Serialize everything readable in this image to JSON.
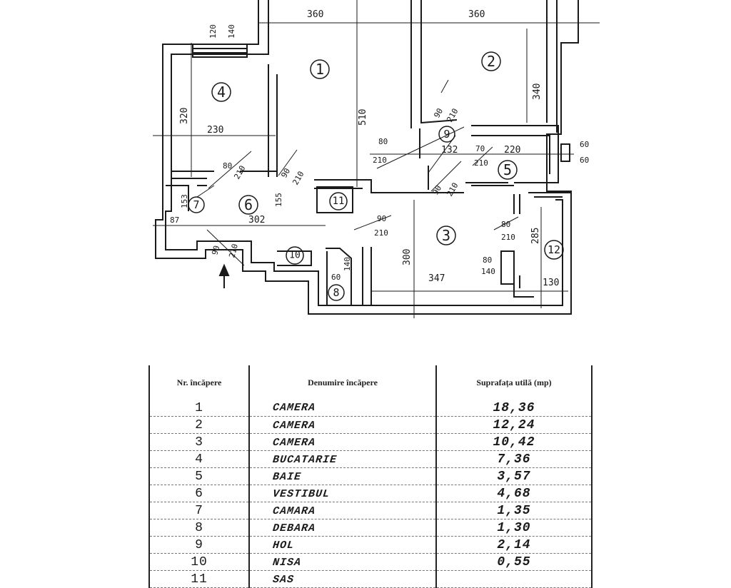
{
  "plan": {
    "rooms": [
      {
        "id": "1",
        "label": "1"
      },
      {
        "id": "2",
        "label": "2"
      },
      {
        "id": "3",
        "label": "3"
      },
      {
        "id": "4",
        "label": "4"
      },
      {
        "id": "5",
        "label": "5"
      },
      {
        "id": "6",
        "label": "6"
      },
      {
        "id": "7",
        "label": "7"
      },
      {
        "id": "8",
        "label": "8"
      },
      {
        "id": "9",
        "label": "9"
      },
      {
        "id": "10",
        "label": "10"
      },
      {
        "id": "11",
        "label": "11"
      },
      {
        "id": "12",
        "label": "12"
      }
    ],
    "dimensions": {
      "room1_width": "360",
      "room2_width": "360",
      "room1_depth": "510",
      "room2_depth": "340",
      "kitchen_depth": "320",
      "kitchen_width": "230",
      "kitchen_window_top": "120",
      "kitchen_window_bottom": "140",
      "hall_length": "302",
      "hall_depth": "155",
      "pantry_depth": "153",
      "pantry_width": "87",
      "hol_width": "132",
      "bath_width": "220",
      "bath_vent_top": "60",
      "bath_vent_bottom": "60",
      "room3_width": "347",
      "room3_depth": "300",
      "loggia_depth": "285",
      "loggia_width": "130",
      "door_kitchen": [
        "80",
        "210"
      ],
      "door_room1": [
        "90",
        "210"
      ],
      "door_room2": [
        "90",
        "210"
      ],
      "door_hol_left": [
        "80",
        "210"
      ],
      "door_bath": [
        "70",
        "210"
      ],
      "door_room3_hol": [
        "90",
        "210"
      ],
      "door_room3": [
        "90",
        "210"
      ],
      "door_entrance": [
        "90",
        "210"
      ],
      "door_storage": [
        "60",
        "140"
      ],
      "door_loggia": [
        "80",
        "210"
      ],
      "door_loggia_window": [
        "80",
        "140"
      ]
    }
  },
  "table": {
    "headers": {
      "nr": "Nr. încăpere",
      "name": "Denumire încăpere",
      "area": "Suprafața utilă (mp)"
    },
    "rows": [
      {
        "nr": "1",
        "name": "CAMERA",
        "area": "18,36"
      },
      {
        "nr": "2",
        "name": "CAMERA",
        "area": "12,24"
      },
      {
        "nr": "3",
        "name": "CAMERA",
        "area": "10,42"
      },
      {
        "nr": "4",
        "name": "BUCATARIE",
        "area": "7,36"
      },
      {
        "nr": "5",
        "name": "BAIE",
        "area": "3,57"
      },
      {
        "nr": "6",
        "name": "VESTIBUL",
        "area": "4,68"
      },
      {
        "nr": "7",
        "name": "CAMARA",
        "area": "1,35"
      },
      {
        "nr": "8",
        "name": "DEBARA",
        "area": "1,30"
      },
      {
        "nr": "9",
        "name": "HOL",
        "area": "2,14"
      },
      {
        "nr": "10",
        "name": "NISA",
        "area": "0,55"
      },
      {
        "nr": "11",
        "name": "SAS",
        "area": ""
      }
    ]
  }
}
